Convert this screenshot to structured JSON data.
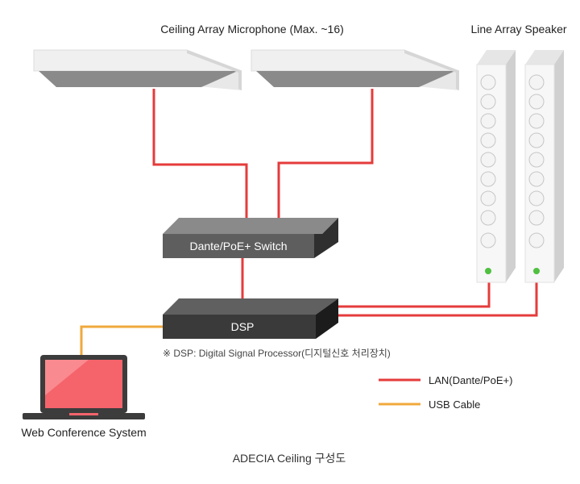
{
  "labels": {
    "ceiling_mic": "Ceiling Array Microphone (Max. ~16)",
    "line_speaker": "Line Array Speaker",
    "switch": "Dante/PoE+ Switch",
    "dsp": "DSP",
    "dsp_note": "※ DSP: Digital Signal Processor(디지털신호 처리장치)",
    "web_conf": "Web Conference System",
    "caption": "ADECIA Ceiling 구성도"
  },
  "legend": [
    {
      "label": "LAN(Dante/PoE+)",
      "color": "#e53b3b"
    },
    {
      "label": "USB Cable",
      "color": "#f0a93c"
    }
  ],
  "colors": {
    "lan": "#e53b3b",
    "usb": "#f0a93c",
    "switch_body": "#5e5e5e",
    "dsp_body": "#3a3a3a",
    "speaker_led": "#4fc040",
    "laptop_screen": "#f5636b"
  },
  "speaker_driver_count": 9,
  "icons": {
    "microphone": "ceiling-mic-panel-icon",
    "speaker": "line-array-speaker-icon",
    "laptop": "laptop-icon"
  }
}
